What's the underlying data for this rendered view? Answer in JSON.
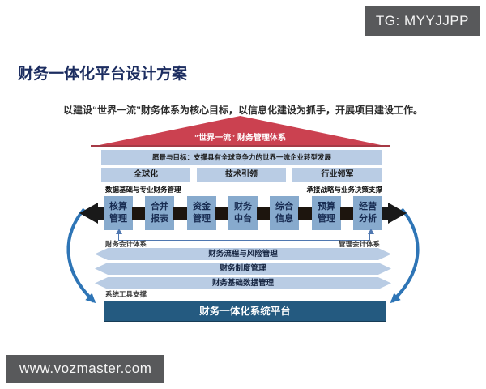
{
  "watermarks": {
    "top_right": "TG: MYYJJPP",
    "bottom_left": "www.vozmaster.com"
  },
  "page": {
    "title": "财务一体化平台设计方案",
    "subtitle": "以建设“世界一流”财务体系为核心目标，以信息化建设为抓手，开展项目建设工作。"
  },
  "diagram": {
    "roof_label": "“世界一流” 财务管理体系",
    "vision": "愿景与目标：支撑具有全球竞争力的世界一流企业转型发展",
    "pillars": [
      "全球化",
      "技术引领",
      "行业领军"
    ],
    "section_left": "数据基础与专业财务管理",
    "section_right": "承接战略与业务决策支撑",
    "modules": [
      "核算\n管理",
      "合并\n报表",
      "资金\n管理",
      "财务\n中台",
      "综合\n信息",
      "预算\n管理",
      "经营\n分析"
    ],
    "system_left": "财务会计体系",
    "system_right": "管理会计体系",
    "layers": [
      "财务流程与风险管理",
      "财务制度管理",
      "财务基础数据管理"
    ],
    "tools_label": "系统工具支撑",
    "platform": "财务一体化系统平台"
  },
  "colors": {
    "roof_red": "#cb4150",
    "light_blue": "#b9cce4",
    "module_blue": "#87aacd",
    "platform_blue": "#245a80",
    "arrow_blue": "#2e75b6",
    "connector_black": "#1d150e",
    "title_navy": "#1c2d60",
    "badge_gray": "#58595b"
  }
}
